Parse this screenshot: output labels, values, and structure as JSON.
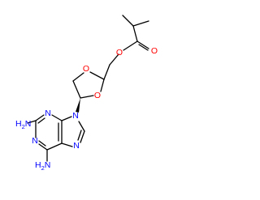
{
  "colors": {
    "bond": "#000000",
    "oxygen": "#ff0000",
    "nitrogen": "#0000ff",
    "background": "#ffffff"
  },
  "atoms": {
    "o_carbonyl": "O",
    "o_ester": "O",
    "o_ring_top": "O",
    "o_ring_bottom": "O",
    "n9": "N",
    "n3": "N",
    "n1": "N",
    "n7": "N",
    "nh2_2": {
      "h": "H",
      "sub": "2",
      "n": "N"
    },
    "nh2_6": {
      "h": "H",
      "sub": "2",
      "n": "N"
    }
  }
}
